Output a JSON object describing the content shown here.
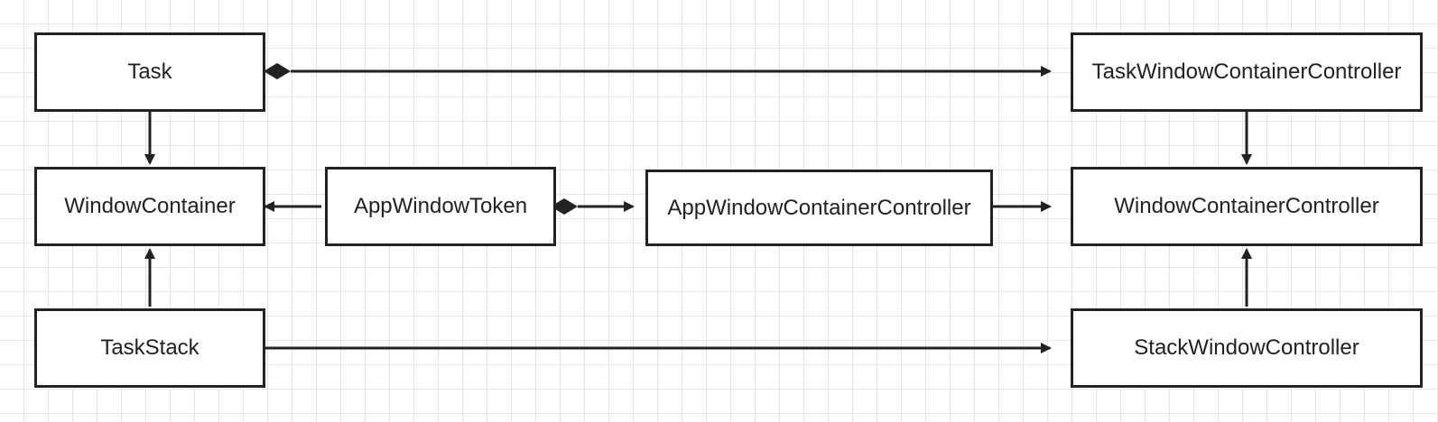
{
  "diagram": {
    "nodes": {
      "task": "Task",
      "window_container": "WindowContainer",
      "task_stack": "TaskStack",
      "app_window_token": "AppWindowToken",
      "app_window_container_controller": "AppWindowContainerController",
      "task_window_container_controller": "TaskWindowContainerController",
      "window_container_controller": "WindowContainerController",
      "stack_window_controller": "StackWindowController"
    },
    "edges": [
      {
        "from": "task",
        "to": "task_window_container_controller",
        "source_end": "diamond",
        "target_end": "arrow"
      },
      {
        "from": "task",
        "to": "window_container",
        "source_end": "none",
        "target_end": "arrow"
      },
      {
        "from": "app_window_token",
        "to": "window_container",
        "source_end": "none",
        "target_end": "arrow"
      },
      {
        "from": "app_window_token",
        "to": "app_window_container_controller",
        "source_end": "diamond",
        "target_end": "arrow"
      },
      {
        "from": "app_window_container_controller",
        "to": "window_container_controller",
        "source_end": "none",
        "target_end": "arrow"
      },
      {
        "from": "task_stack",
        "to": "window_container",
        "source_end": "none",
        "target_end": "arrow"
      },
      {
        "from": "task_stack",
        "to": "stack_window_controller",
        "source_end": "none",
        "target_end": "arrow"
      },
      {
        "from": "task_window_container_controller",
        "to": "window_container_controller",
        "source_end": "none",
        "target_end": "arrow"
      },
      {
        "from": "stack_window_controller",
        "to": "window_container_controller",
        "source_end": "none",
        "target_end": "arrow"
      }
    ]
  }
}
